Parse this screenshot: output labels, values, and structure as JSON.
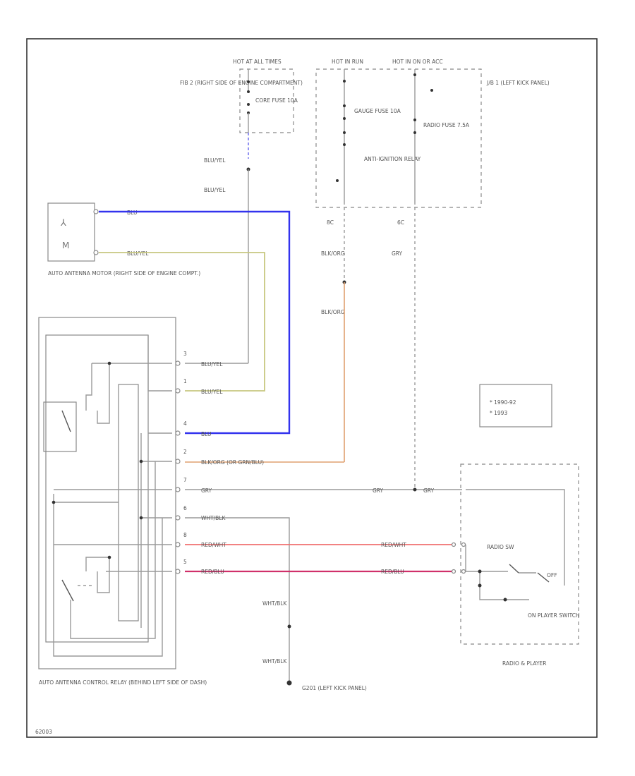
{
  "fuse_box": {
    "hot_at_label": "HOT AT ALL TIMES",
    "fuse_block": "FIB 2 (RIGHT SIDE OF ENGINE COMPARTMENT)",
    "fuse": "CORE FUSE 10A"
  },
  "junction": {
    "hot_run_label": "HOT IN RUN",
    "hot_acc_label": "HOT IN ON OR ACC",
    "junction_block": "J/B 1 (LEFT KICK PANEL)",
    "gauge_fuse": "GAUGE FUSE 10A",
    "radio_fuse": "RADIO FUSE 7.5A",
    "relay": "ANTI-IGNITION RELAY",
    "conn_left": "8C",
    "conn_right": "6C"
  },
  "wires": {
    "blu_yel": "BLU/YEL",
    "blu": "BLU",
    "blu_yel_2": "BLU/YEL",
    "blk_ora": "BLK/ORG",
    "gry": "GRY",
    "blu_ora_alt": "BLK/ORG (OR GRN/BLU)",
    "wht_blk": "WHT/BLK",
    "red_wht": "RED/WHT",
    "red_blu": "RED/BLU",
    "wht_blk_2": "WHT/BLK"
  },
  "motor": {
    "label": "AUTO ANTENNA MOTOR (RIGHT SIDE OF ENGINE COMPT.)"
  },
  "relay_unit": {
    "label": "AUTO ANTENNA CONTROL RELAY (BEHIND LEFT SIDE OF DASH)",
    "pins": [
      "3",
      "1",
      "4",
      "2",
      "7",
      "6",
      "8",
      "5"
    ]
  },
  "legend": {
    "line1": "* 1990-92",
    "line2": "* 1993"
  },
  "radio": {
    "label": "RADIO & PLAYER",
    "switch": "ON PLAYER SWITCH",
    "radio_sw": "RADIO SW",
    "wire_gry": "GRY",
    "wire_red_wht": "RED/WHT",
    "wire_red_blu": "RED/BLU",
    "off_label": "OFF"
  },
  "ground": {
    "label": "G201 (LEFT KICK PANEL)"
  },
  "figure_id": "62003"
}
